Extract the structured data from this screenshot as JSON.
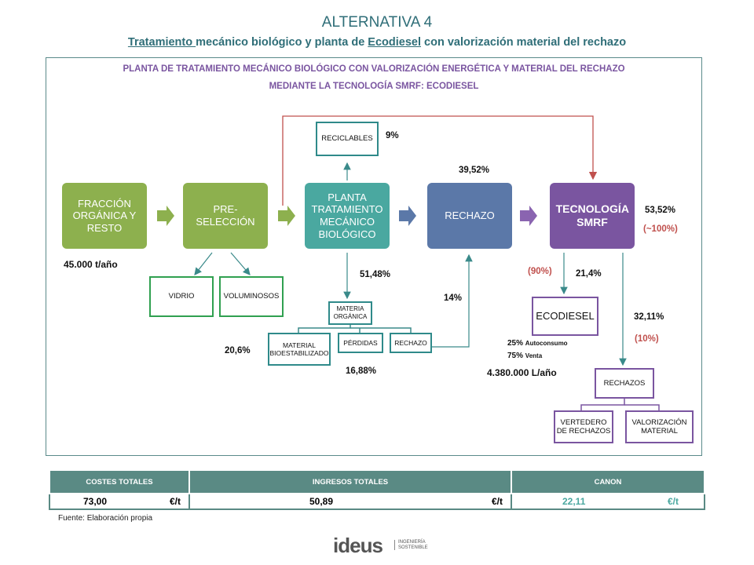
{
  "header": {
    "title": "ALTERNATIVA 4",
    "subtitle_part1": "Tratamiento ",
    "subtitle_part2": "mecánico biológico y planta de ",
    "subtitle_part3": "Ecodiesel",
    "subtitle_part4": " con valorización material del rechazo"
  },
  "diagram": {
    "heading_line1": "PLANTA DE TRATAMIENTO MECÁNICO BIOLÓGICO CON VALORIZACIÓN ENERGÉTICA Y MATERIAL DEL RECHAZO",
    "heading_line2": "MEDIANTE LA TECNOLOGÍA SMRF: ECODIESEL",
    "boxes": {
      "fraccion": "FRACCIÓN ORGÁNICA Y RESTO",
      "preseleccion": "PRE-SELECCIÓN",
      "planta": "PLANTA TRATAMIENTO MECÁNICO BIOLÓGICO",
      "rechazo": "RECHAZO",
      "tecnologia": "TECNOLOGÍA SMRF"
    },
    "outlined": {
      "reciclables": "RECICLABLES",
      "vidrio": "VIDRIO",
      "voluminosos": "VOLUMINOSOS",
      "materia_organica": "MATERIA ORGÁNICA",
      "material_bio": "MATERIAL BIOESTABILIZADO",
      "perdidas": "PÉRDIDAS",
      "rechazo_small": "RECHAZO",
      "ecodiesel": "ECODIESEL",
      "rechazos": "RECHAZOS",
      "vertedero": "VERTEDERO DE RECHAZOS",
      "valorizacion": "VALORIZACIÓN MATERIAL"
    },
    "labels": {
      "t_anio": "45.000 t/año",
      "pct_9": "9%",
      "pct_3952": "39,52%",
      "pct_5352": "53,52%",
      "pct_100": "(~100%)",
      "pct_5148": "51,48%",
      "pct_14": "14%",
      "pct_90": "(90%)",
      "pct_214": "21,4%",
      "pct_206": "20,6%",
      "pct_1688": "16,88%",
      "pct_3211": "32,11%",
      "pct_10": "(10%)",
      "autoconsumo_pct": "25%",
      "autoconsumo": "Autoconsumo",
      "venta_pct": "75%",
      "venta": "Venta",
      "l_anio": "4.380.000 L/año"
    }
  },
  "costs_table": {
    "headers": [
      "COSTES TOTALES",
      "INGRESOS TOTALES",
      "CANON"
    ],
    "values": [
      "73,00",
      "50,89",
      "22,11"
    ],
    "unit": "€/t"
  },
  "source": "Fuente: Elaboración propia",
  "logo": {
    "word": "ideus",
    "tag_line1": "INGENIERÍA",
    "tag_line2": "SOSTENIBLE"
  },
  "colors": {
    "green": "#8db04e",
    "teal": "#4aa8a0",
    "blue": "#5b78a8",
    "purple": "#7a55a0",
    "red": "#c0504d",
    "canon_text": "#4aa8a0"
  }
}
